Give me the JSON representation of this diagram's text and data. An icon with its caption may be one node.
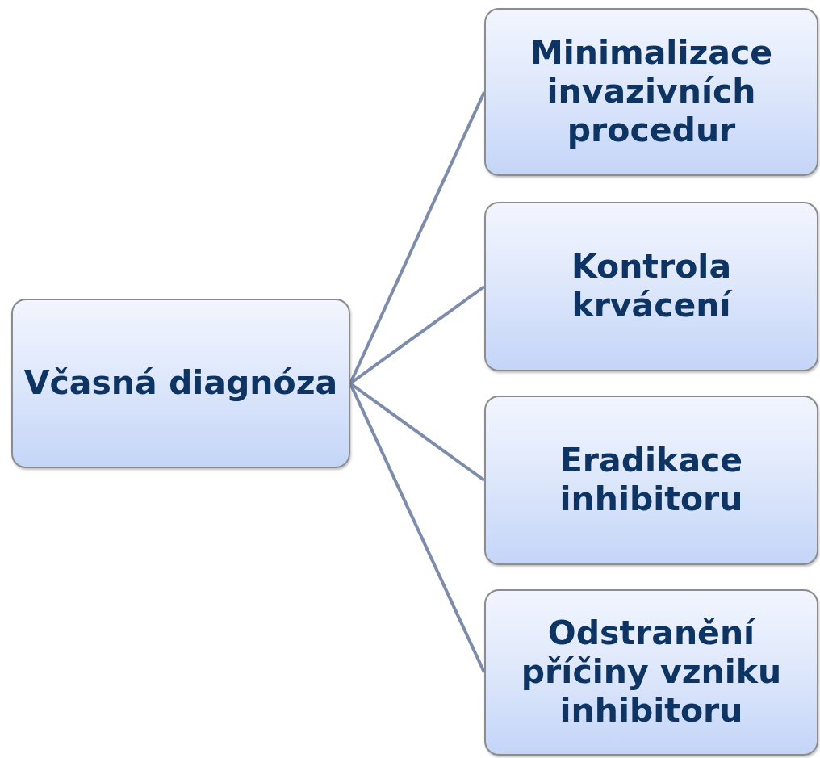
{
  "diagram": {
    "nodes": [
      {
        "text": [
          "Včasná diagnóza"
        ]
      },
      {
        "text": [
          "Minimalizace invazivních procedur"
        ]
      },
      {
        "text": [
          "Kontrola krvácení"
        ]
      },
      {
        "text": [
          "Eradikace inhibitoru"
        ]
      },
      {
        "text": [
          "Odstranění příčiny vzniku inhibitoru"
        ]
      }
    ],
    "edges": [
      {
        "from": 0,
        "to": 1,
        "arrow": "none"
      },
      {
        "from": 0,
        "to": 2,
        "arrow": "none"
      },
      {
        "from": 0,
        "to": 3,
        "arrow": "none"
      },
      {
        "from": 0,
        "to": 4,
        "arrow": "none"
      }
    ]
  }
}
